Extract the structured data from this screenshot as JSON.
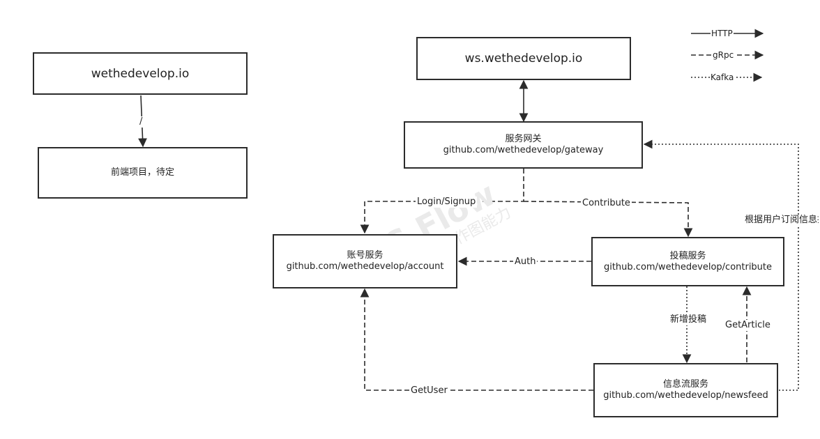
{
  "legend": [
    {
      "label": "HTTP",
      "style": "solid"
    },
    {
      "label": "gRpc",
      "style": "dashed"
    },
    {
      "label": "Kafka",
      "style": "dotted"
    }
  ],
  "nodes": {
    "frontend_domain": {
      "line1": "wethedevelop.io"
    },
    "frontend_project": {
      "line1": "前端项目，待定"
    },
    "ws_domain": {
      "line1": "ws.wethedevelop.io"
    },
    "gateway": {
      "line1": "服务网关",
      "line2": "github.com/wethedevelop/gateway"
    },
    "account": {
      "line1": "账号服务",
      "line2": "github.com/wethedevelop/account"
    },
    "contribute": {
      "line1": "投稿服务",
      "line2": "github.com/wethedevelop/contribute"
    },
    "newsfeed": {
      "line1": "信息流服务",
      "line2": "github.com/wethedevelop/newsfeed"
    }
  },
  "edges": {
    "frontend_path": "/",
    "login": "Login/Signup",
    "contribute": "Contribute",
    "auth": "Auth",
    "new_post": "新增投稿",
    "get_article": "GetArticle",
    "get_user": "GetUser",
    "subscription_push": "根据用户订阅信息推"
  },
  "watermark": {
    "line1": "WPS Flow",
    "line2": "WPS文档提供作图能力"
  },
  "colors": {
    "stroke": "#2b2b2b",
    "background": "#ffffff",
    "watermark": "#eaeaea"
  }
}
